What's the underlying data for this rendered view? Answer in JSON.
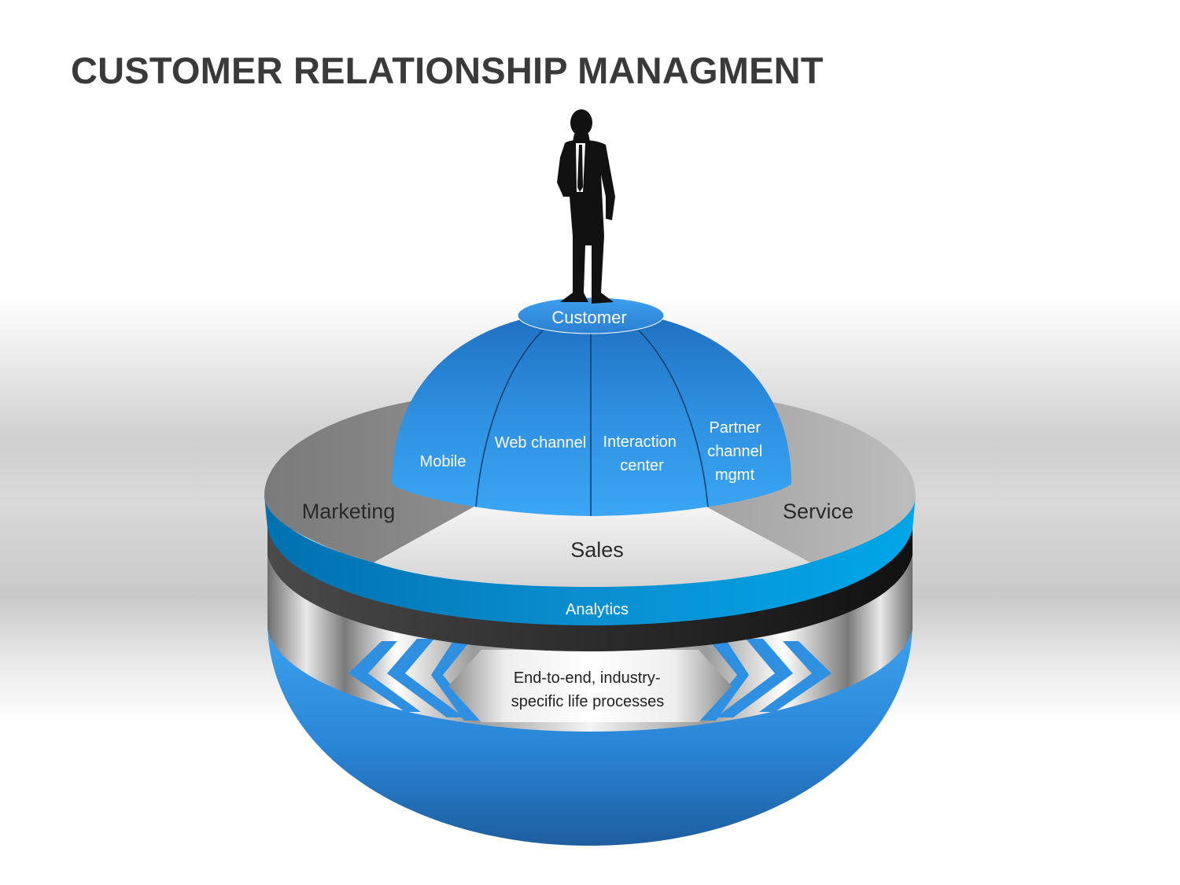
{
  "title": "CUSTOMER RELATIONSHIP MANAGMENT",
  "customer": "Customer",
  "channels": {
    "mobile": "Mobile",
    "web": "Web channel",
    "interaction": [
      "Interaction",
      "center"
    ],
    "partner": [
      "Partner",
      "channel",
      "mgmt"
    ]
  },
  "segments": {
    "marketing": "Marketing",
    "sales": "Sales",
    "service": "Service"
  },
  "analytics": "Analytics",
  "processes": [
    "End-to-end, industry-",
    "specific life processes"
  ],
  "colors": {
    "blue": "#2f8fe0",
    "dark_blue": "#1b5f9e",
    "band_blue": "#0a8fd0",
    "title": "#3a3a3a"
  }
}
